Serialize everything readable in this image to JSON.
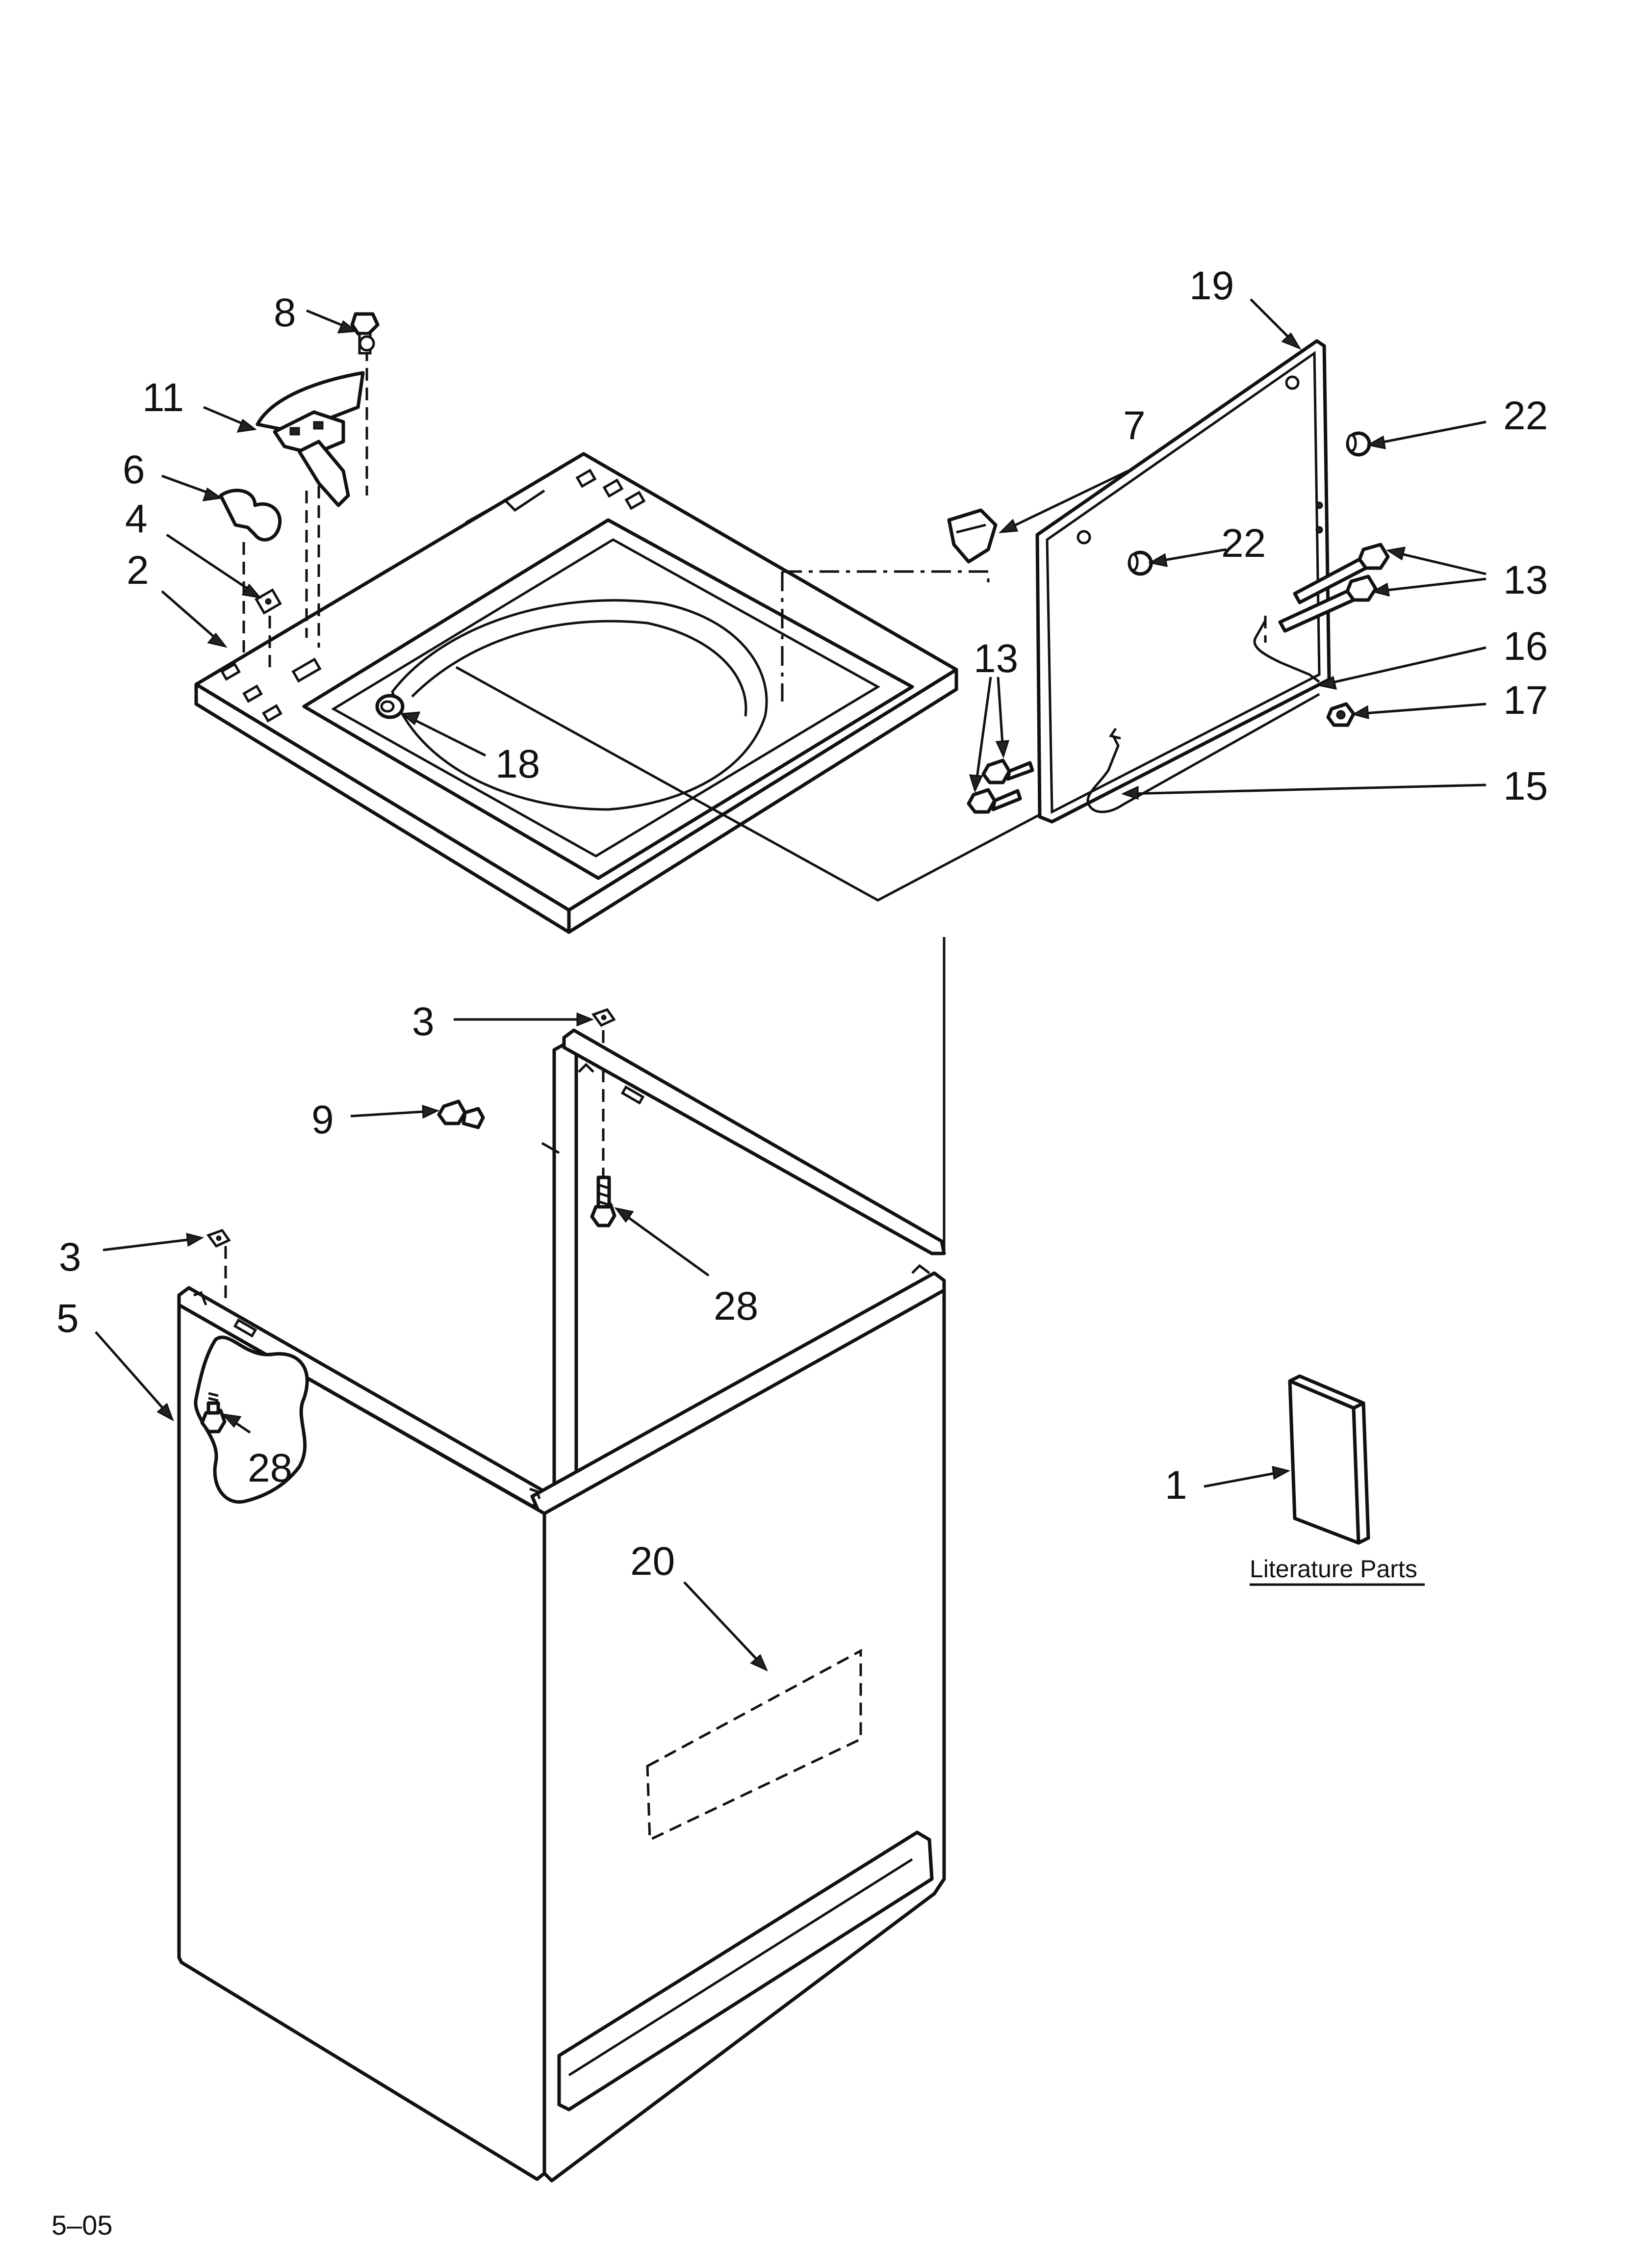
{
  "callouts": {
    "c8": "8",
    "c11": "11",
    "c6": "6",
    "c4": "4",
    "c2": "2",
    "c18": "18",
    "c7": "7",
    "c19": "19",
    "c22a": "22",
    "c22b": "22",
    "c13a": "13",
    "c13b": "13",
    "c16": "16",
    "c17": "17",
    "c15": "15",
    "c3a": "3",
    "c9": "9",
    "c28a": "28",
    "c3b": "3",
    "c5": "5",
    "c28b": "28",
    "c20": "20",
    "c1": "1"
  },
  "literature_caption": "Literature Parts",
  "page_code": "5–05"
}
